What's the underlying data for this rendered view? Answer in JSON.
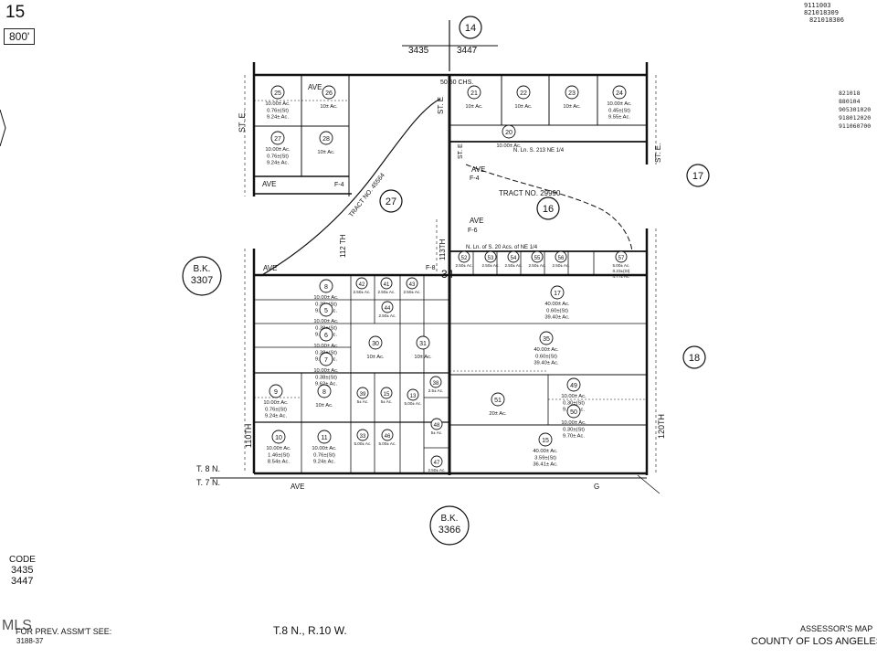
{
  "corner": {
    "page_number": "15",
    "scale": "800'",
    "code_label": "CODE",
    "codes": [
      "3435",
      "3447"
    ],
    "prev_assmt": "FOR PREV. ASSM'T SEE:",
    "prev_ref": "3188-37",
    "watermark": "MLS"
  },
  "top_right_stamps": [
    "9111003",
    "821018309",
    "821018306"
  ],
  "right_stamps": [
    "821018",
    "880104",
    "905301020",
    "918012020",
    "911060700"
  ],
  "footer": {
    "township": "T.8 N., R.10 W.",
    "title_line1": "ASSESSOR'S MAP",
    "title_line2": "COUNTY OF LOS ANGELES"
  },
  "sheet_numbers": {
    "top": "14",
    "right_upper": "17",
    "right_lower": "18",
    "center": "16",
    "center_left": "27",
    "top_code_left": "3435",
    "top_code_right": "3447",
    "center_code": "34"
  },
  "book_refs": {
    "left": {
      "label": "B.K.",
      "number": "3307"
    },
    "bottom": {
      "label": "B.K.",
      "number": "3366"
    }
  },
  "streets": {
    "ave_top_left": "AVE",
    "ave_f4_left": "AVE",
    "f4_left": "F-4",
    "ave_f6": "AVE",
    "f6": "F-6",
    "ave_f4_center": "AVE",
    "f4_center": "F-4",
    "ave_f8": "AVE",
    "f8": "F-8",
    "ave_bottom": "AVE",
    "g": "G",
    "st_e_left": "ST. E.",
    "st_e_center": "ST. E",
    "st_e_right": "ST. E.",
    "st_e_right2": "ST. E",
    "st_112": "112 TH",
    "st_113": "113TH",
    "st_110": "110TH",
    "st_120": "120TH",
    "t8n": "T. 8 N.",
    "t7n": "T. 7 N."
  },
  "tracts": {
    "tract_45564": "TRACT NO. 45564",
    "tract_29990": "TRACT NO. 29990",
    "chs": "50.50 CHS.",
    "n_line_1": "N. Ln. S. 213 NE 1/4",
    "n_line_2": "N. Ln. of S. 20 Acs. of NE 1/4"
  },
  "parcels": [
    {
      "num": "25",
      "area": "10.00± Ac.",
      "sub": "0.76±(St)",
      "net": "9.24± Ac."
    },
    {
      "num": "26",
      "area": "10± Ac."
    },
    {
      "num": "27",
      "area": "10.00± Ac.",
      "sub": "0.76±(St)",
      "net": "9.24± Ac."
    },
    {
      "num": "28",
      "area": "10± Ac."
    },
    {
      "num": "21",
      "area": "10± Ac."
    },
    {
      "num": "22",
      "area": "10± Ac."
    },
    {
      "num": "23",
      "area": "10± Ac."
    },
    {
      "num": "24",
      "area": "10.00± Ac.",
      "sub": "0.45±(St)",
      "net": "9.55± Ac."
    },
    {
      "num": "20",
      "area": "10.00± Ac."
    },
    {
      "num": "8",
      "area": "10.00± Ac.",
      "sub": "0.38±(St)",
      "net": "9.62± Ac."
    },
    {
      "num": "5",
      "area": "10.00± Ac.",
      "sub": "0.38±(St)",
      "net": "9.62± Ac."
    },
    {
      "num": "6",
      "area": "10.00± Ac.",
      "sub": "0.38±(St)",
      "net": "9.62± Ac."
    },
    {
      "num": "7",
      "area": "10.00± Ac.",
      "sub": "0.38±(St)",
      "net": "9.62± Ac."
    },
    {
      "num": "9",
      "area": "10.00± Ac.",
      "sub": "0.76±(St)",
      "net": "9.24± Ac."
    },
    {
      "num": "10",
      "area": "10.00± Ac.",
      "sub": "1.46±(St)",
      "net": "8.54± Ac."
    },
    {
      "num": "8",
      "area": "10± Ac."
    },
    {
      "num": "11",
      "area": "10.00± Ac.",
      "sub": "0.76±(St)",
      "net": "9.24± Ac."
    },
    {
      "num": "30",
      "area": "10± Ac."
    },
    {
      "num": "31",
      "area": "10± Ac."
    },
    {
      "num": "42",
      "area": "2.50± Ac."
    },
    {
      "num": "41",
      "area": "2.50± Ac."
    },
    {
      "num": "43",
      "area": "2.50± Ac."
    },
    {
      "num": "44",
      "area": "2.50± Ac."
    },
    {
      "num": "39",
      "area": "5± Ac."
    },
    {
      "num": "15",
      "area": "5± Ac."
    },
    {
      "num": "33",
      "area": "5.00± Ac."
    },
    {
      "num": "46",
      "area": "5.00± Ac."
    },
    {
      "num": "13",
      "area": "5.00± Ac."
    },
    {
      "num": "38",
      "area": "2.5± Ac."
    },
    {
      "num": "48",
      "area": "5± Ac."
    },
    {
      "num": "47",
      "area": "2.50± Ac."
    },
    {
      "num": "17",
      "area": "40.00± Ac.",
      "sub": "0.60±(St)",
      "net": "39.40± Ac."
    },
    {
      "num": "35",
      "area": "40.00± Ac.",
      "sub": "0.60±(St)",
      "net": "39.40± Ac."
    },
    {
      "num": "51",
      "area": "20± Ac."
    },
    {
      "num": "49",
      "area": "10.00± Ac.",
      "sub": "0.30±(St)",
      "net": "9.70± Ac."
    },
    {
      "num": "50",
      "area": "10.00± Ac.",
      "sub": "0.30±(St)",
      "net": "9.70± Ac."
    },
    {
      "num": "15",
      "area": "40.00± Ac.",
      "sub": "3.59±(St)",
      "net": "36.41± Ac."
    },
    {
      "num": "52",
      "area": "2.50± Ac."
    },
    {
      "num": "53",
      "area": "2.50± Ac."
    },
    {
      "num": "54",
      "area": "2.50± Ac."
    },
    {
      "num": "55",
      "area": "2.50± Ac."
    },
    {
      "num": "56",
      "area": "2.50± Ac."
    },
    {
      "num": "57",
      "area": "5.00± Ac.",
      "sub": "0.23±(St)",
      "net": "4.77± Ac."
    }
  ]
}
